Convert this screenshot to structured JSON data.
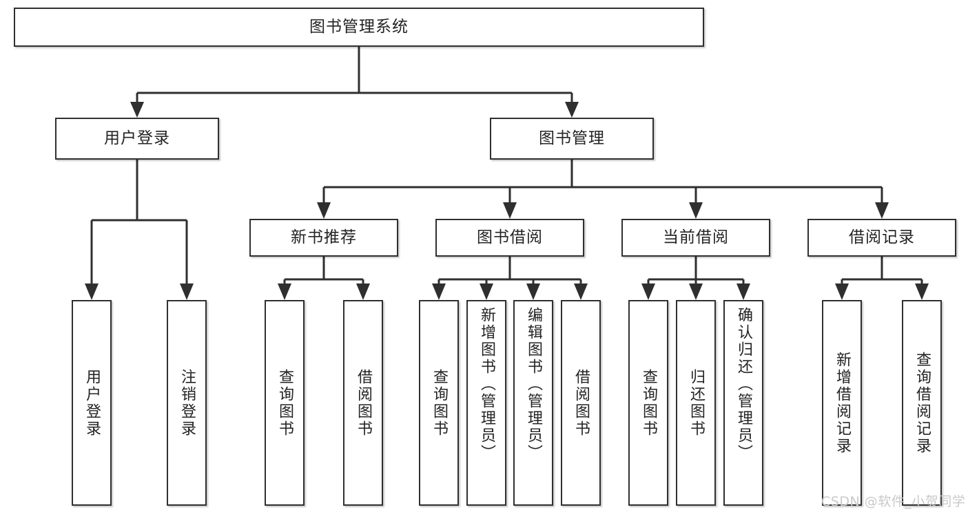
{
  "diagram": {
    "title": "图书管理系统",
    "type": "hierarchy-tree",
    "root": {
      "label": "图书管理系统"
    },
    "level2": [
      {
        "label": "用户登录"
      },
      {
        "label": "图书管理"
      }
    ],
    "level3": [
      {
        "label": "新书推荐"
      },
      {
        "label": "图书借阅"
      },
      {
        "label": "当前借阅"
      },
      {
        "label": "借阅记录"
      }
    ],
    "leaves": {
      "user_login": [
        {
          "label": "用户登录"
        },
        {
          "label": "注销登录"
        }
      ],
      "new_book_recommend": [
        {
          "label": "查询图书"
        },
        {
          "label": "借阅图书"
        }
      ],
      "book_borrow": [
        {
          "label": "查询图书"
        },
        {
          "label": "新增图书（管理员）"
        },
        {
          "label": "编辑图书（管理员）"
        },
        {
          "label": "借阅图书"
        }
      ],
      "current_borrow": [
        {
          "label": "查询图书"
        },
        {
          "label": "归还图书"
        },
        {
          "label": "确认归还（管理员）"
        }
      ],
      "borrow_record": [
        {
          "label": "新增借阅记录"
        },
        {
          "label": "查询借阅记录"
        }
      ]
    }
  },
  "watermark": {
    "text": "CSDN @软件_小贺同学"
  },
  "colors": {
    "box_border": "#2f2f2f",
    "box_fill": "#ffffff",
    "text": "#232323",
    "connector": "#2f2f2f",
    "watermark": "#c9c9c9",
    "background": "#ffffff"
  }
}
